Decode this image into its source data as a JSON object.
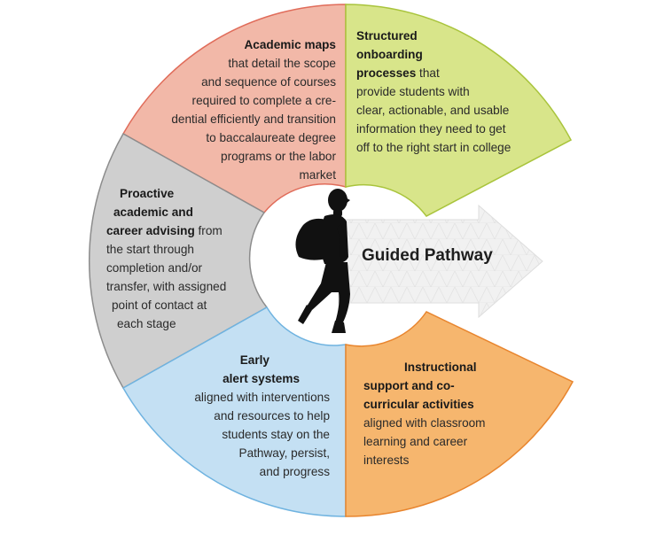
{
  "colors": {
    "academic_maps": "#f2b8a8",
    "onboarding": "#d8e58a",
    "instructional": "#f6b66e",
    "early_alert": "#c4e0f3",
    "advising": "#cfcfcf",
    "outline_red": "#e06c5a",
    "outline_green": "#a9c43c",
    "outline_orange": "#e8852e",
    "outline_blue": "#6fb3e0",
    "outline_gray": "#8c8c8c",
    "arrow": "#f1f1f1"
  },
  "center_label": "Guided Pathway",
  "segments": {
    "academic_maps": {
      "title": "Academic maps",
      "lines": [
        "that detail the scope",
        "and sequence of courses",
        "required to complete a cre-",
        "dential efficiently and transition",
        "to baccalaureate degree",
        "programs or the labor",
        "market"
      ]
    },
    "onboarding": {
      "title_lines": [
        "Structured",
        "onboarding",
        "processes"
      ],
      "title_tail": " that",
      "lines": [
        "provide students with",
        "clear, actionable, and usable",
        "information they need to get",
        "off to the right start in college"
      ]
    },
    "advising": {
      "title_lines": [
        "Proactive",
        "academic and",
        "career advising"
      ],
      "title_tail": " from",
      "lines": [
        "the start through",
        "completion and/or",
        "transfer, with assigned",
        "point of contact at",
        "each stage"
      ]
    },
    "early_alert": {
      "title_lines": [
        "Early",
        "alert systems"
      ],
      "lines": [
        "aligned with interventions",
        "and resources to help",
        "students stay on the",
        "Pathway, persist,",
        "and progress"
      ]
    },
    "instructional": {
      "title_lines": [
        "Instructional",
        "support and co-",
        "curricular activities"
      ],
      "lines": [
        "aligned with classroom",
        "learning and career",
        "interests"
      ]
    }
  }
}
